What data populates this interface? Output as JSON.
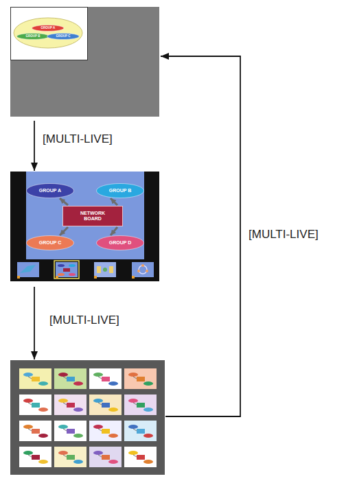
{
  "diagram": {
    "nodes": [
      {
        "text": []
      },
      {
        "text": [
          "GROUP A"
        ],
        "in": 0
      },
      {
        "text": [
          "GROUP B"
        ],
        "in": 0
      },
      {
        "text": [
          "GROUP C"
        ],
        "in": 0
      },
      {
        "text": []
      },
      {
        "text": [
          "GROUP A"
        ],
        "in": 4
      },
      {
        "text": [
          "GROUP B"
        ],
        "in": 4
      },
      {
        "text": [
          "NETWORK BOARD"
        ],
        "in": 4
      },
      {
        "text": [
          "GROUP C"
        ],
        "in": 4
      },
      {
        "text": [
          "GROUP D"
        ],
        "in": 4
      },
      {
        "text": []
      }
    ],
    "edges": [
      {
        "from": 0,
        "to": 4,
        "label": "[MULTI-LIVE]",
        "arrow": "to"
      },
      {
        "from": 4,
        "to": 10,
        "label": "[MULTI-LIVE]",
        "arrow": "to"
      },
      {
        "from": 10,
        "to": 0,
        "label": "[MULTI-LIVE]",
        "arrow": "to"
      },
      {
        "from": 7,
        "to": 5,
        "arrow": "to"
      },
      {
        "from": 7,
        "to": 6,
        "arrow": "to"
      },
      {
        "from": 7,
        "to": 8,
        "arrow": "to"
      },
      {
        "from": 7,
        "to": 9,
        "arrow": "to"
      }
    ]
  }
}
